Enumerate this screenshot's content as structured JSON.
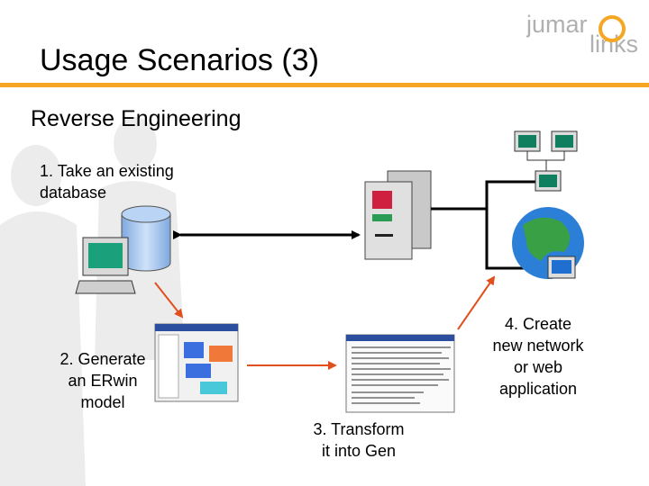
{
  "logo": {
    "line1": "jumar",
    "line2": "links"
  },
  "slide": {
    "title": "Usage Scenarios (3)",
    "subtitle": "Reverse Engineering"
  },
  "steps": {
    "step1": [
      "1. Take an existing",
      "database"
    ],
    "step2": [
      "2. Generate",
      "an ERwin",
      "model"
    ],
    "step3": [
      "3. Transform",
      "it into Gen"
    ],
    "step4": [
      "4. Create",
      "new network",
      "or web",
      "application"
    ]
  },
  "colors": {
    "accent": "#f5a623",
    "arrow": "#e0501e",
    "database": "#9fc3f0"
  }
}
